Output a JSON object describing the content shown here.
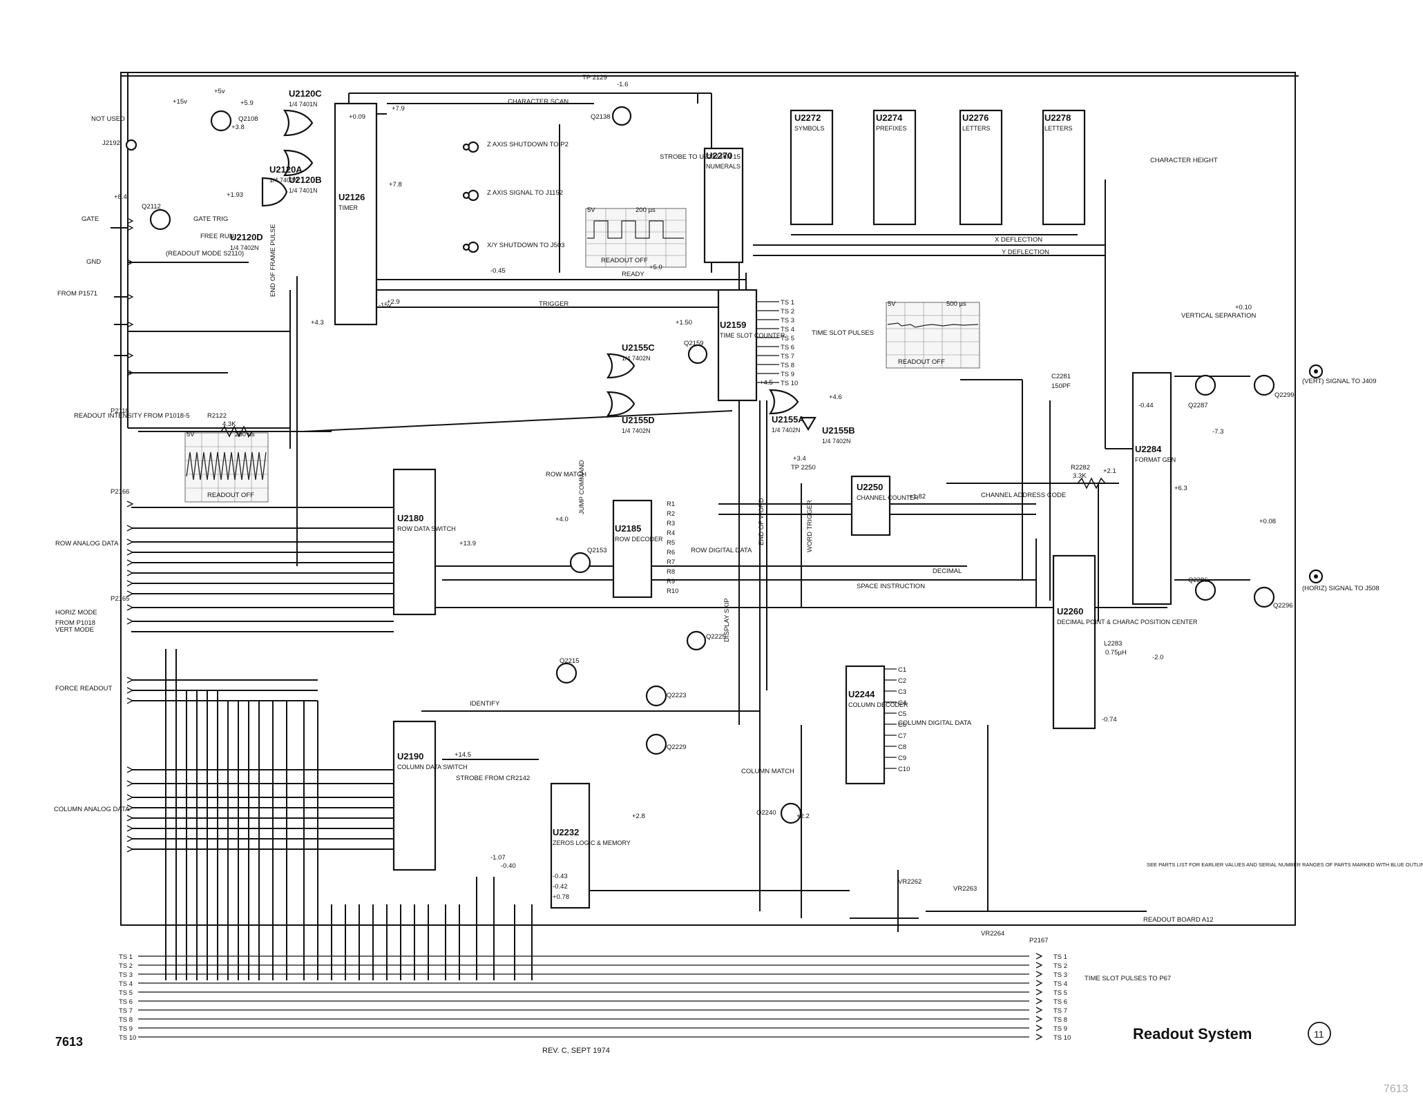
{
  "sheet": {
    "model": "7613",
    "model_corner": "7613",
    "title": "Readout System",
    "revision": "REV. C, SEPT 1974",
    "board": "READOUT BOARD A12",
    "diagram_number": "11",
    "note": "SEE PARTS LIST FOR EARLIER VALUES AND SERIAL NUMBER RANGES OF PARTS MARKED WITH BLUE OUTLINE"
  },
  "chips": {
    "U2126": {
      "name": "U2126",
      "sub": "TIMER"
    },
    "U2120C": {
      "name": "U2120C",
      "sub": "1/4 7401N"
    },
    "U2120B": {
      "name": "U2120B",
      "sub": "1/4 7401N"
    },
    "U2120A": {
      "name": "U2120A",
      "sub": "1/4 7402N"
    },
    "U2120D": {
      "name": "U2120D",
      "sub": "1/4 7402N"
    },
    "U2270": {
      "name": "U2270",
      "sub": "NUMERALS"
    },
    "U2272": {
      "name": "U2272",
      "sub": "SYMBOLS"
    },
    "U2274": {
      "name": "U2274",
      "sub": "PREFIXES"
    },
    "U2276": {
      "name": "U2276",
      "sub": "LETTERS"
    },
    "U2278": {
      "name": "U2278",
      "sub": "LETTERS"
    },
    "U2159": {
      "name": "U2159",
      "sub": "TIME SLOT COUNTER"
    },
    "U2155C": {
      "name": "U2155C",
      "sub": "1/4 7402N"
    },
    "U2155D": {
      "name": "U2155D",
      "sub": "1/4 7402N"
    },
    "U2155A": {
      "name": "U2155A",
      "sub": "1/4 7402N"
    },
    "U2155B": {
      "name": "U2155B",
      "sub": "1/4 7402N"
    },
    "U2180": {
      "name": "U2180",
      "sub": "ROW DATA SWITCH"
    },
    "U2185": {
      "name": "U2185",
      "sub": "ROW DECODER"
    },
    "U2250": {
      "name": "U2250",
      "sub": "CHANNEL COUNTER"
    },
    "U2284": {
      "name": "U2284",
      "sub": "FORMAT GEN"
    },
    "U2260": {
      "name": "U2260",
      "sub": "DECIMAL POINT & CHARAC POSITION CENTER"
    },
    "U2244": {
      "name": "U2244",
      "sub": "COLUMN DECODER"
    },
    "U2190": {
      "name": "U2190",
      "sub": "COLUMN DATA SWITCH"
    },
    "U2232": {
      "name": "U2232",
      "sub": "ZEROS LOGIC & MEMORY"
    }
  },
  "signals": {
    "character_scan": "CHARACTER SCAN",
    "z_axis_shutdown": "Z AXIS SHUTDOWN TO P2",
    "z_axis_signal": "Z AXIS SIGNAL TO J1152",
    "xy_shutdown": "X/Y SHUTDOWN TO J503",
    "strobe": "STROBE TO U2232 PIN 15",
    "ready": "READY",
    "trigger": "TRIGGER",
    "x_deflection": "X DEFLECTION",
    "y_deflection": "Y DEFLECTION",
    "time_slot_pulses": "TIME SLOT PULSES",
    "end_of_frame": "END OF FRAME PULSE",
    "end_of_word": "END OF WORD",
    "word_trigger": "WORD TRIGGER",
    "display_skip": "DISPLAY SKIP",
    "jump_command": "JUMP COMMAND",
    "row_match": "ROW MATCH",
    "column_match": "COLUMN MATCH",
    "identify": "IDENTIFY",
    "decimal": "DECIMAL",
    "space_instruction": "SPACE INSTRUCTION",
    "channel_address_code": "CHANNEL ADDRESS CODE",
    "row_digital_data": "ROW DIGITAL DATA",
    "column_digital_data": "COLUMN DIGITAL DATA",
    "readout_intensity": "READOUT INTENSITY FROM P1018-5",
    "strobe_from": "STROBE FROM CR2142",
    "character_height": "CHARACTER HEIGHT",
    "vertical_separation": "VERTICAL SEPARATION",
    "vert_signal": "(VERT) SIGNAL TO J409",
    "horiz_signal": "(HORIZ) SIGNAL TO J508",
    "time_slot_out": "TIME SLOT PULSES TO P67",
    "not_used": "NOT USED",
    "gate": "GATE",
    "gnd": "GND",
    "from_p1571": "FROM P1571",
    "readout_mode": "(READOUT MODE S2110)",
    "gate_trig": "GATE TRIG",
    "free_run": "FREE RUN",
    "row_analog": "ROW ANALOG DATA",
    "column_analog": "COLUMN ANALOG DATA",
    "horiz_mode": "HORIZ MODE",
    "vert_mode": "VERT MODE",
    "force_readout": "FORCE READOUT",
    "from_p1018": "FROM P1018"
  },
  "scopes": [
    {
      "caption": "READOUT OFF",
      "time": "200 µs",
      "volt": "5V"
    },
    {
      "caption": "READOUT OFF",
      "time": "500 µs",
      "volt": "5V"
    },
    {
      "caption": "READOUT OFF",
      "time": "200 µs",
      "volt": "5V"
    }
  ],
  "time_slots_left": [
    "TS 1",
    "TS 2",
    "TS 3",
    "TS 4",
    "TS 5",
    "TS 6",
    "TS 7",
    "TS 8",
    "TS 9",
    "TS 10"
  ],
  "time_slots_right": [
    "TS 1",
    "TS 2",
    "TS 3",
    "TS 4",
    "TS 5",
    "TS 6",
    "TS 7",
    "TS 8",
    "TS 9",
    "TS 10"
  ],
  "time_slots_u2159": [
    "TS 1",
    "TS 2",
    "TS 3",
    "TS 4",
    "TS 5",
    "TS 6",
    "TS 7",
    "TS 8",
    "TS 9",
    "TS 10"
  ],
  "row_outputs": [
    "R1",
    "R2",
    "R3",
    "R4",
    "R5",
    "R6",
    "R7",
    "R8",
    "R9",
    "R10"
  ],
  "column_outputs": [
    "C1",
    "C2",
    "C3",
    "C4",
    "C5",
    "C6",
    "C7",
    "C8",
    "C9",
    "C10"
  ],
  "components": {
    "q2108": "Q2108",
    "q2112": "Q2112",
    "q2138": "Q2138",
    "q2153": "Q2153",
    "q2159": "Q2159",
    "q2215": "Q2215",
    "q2225": "Q2225",
    "q2223": "Q2223",
    "q2229": "Q2229",
    "q2240": "Q2240",
    "q2287": "Q2287",
    "q2299": "Q2299",
    "q2286": "Q2286",
    "q2296": "Q2296",
    "r2122": "R2122",
    "r2122v": "4.3K",
    "r2282": "R2282",
    "r2282v": "3.3K",
    "c2281": "C2281",
    "c2281v": "150PF",
    "l2283": "L2283",
    "l2283v": "0.75µH",
    "vr2262": "VR2262",
    "vr2263": "VR2263",
    "vr2264": "VR2264",
    "p2167": "P2167",
    "p2166": "P2166",
    "p2165": "P2165",
    "p2118": "P2118",
    "j2192": "J2192",
    "tp2129": "TP 2129",
    "tp2129v": "-1.6",
    "tp2250": "TP 2250",
    "tp2250v": "+3.4"
  },
  "voltages": {
    "v1": "+5v",
    "v2": "+15v",
    "v3": "-15v",
    "v4": "+5.9",
    "v5": "+3.8",
    "v6": "+1.93",
    "v7": "+8.4",
    "v8": "+0.09",
    "v9": "+7.9",
    "v10": "+7.8",
    "v11": "-0.45",
    "v12": "+2.9",
    "v13": "+4.3",
    "v14": "+5.0",
    "v15": "+1.82",
    "v16": "+2.1",
    "v17": "+6.3",
    "v18": "-0.44",
    "v19": "+0.10",
    "v20": "+0.08",
    "v21": "-7.3",
    "v22": "-2.0",
    "v23": "-0.74",
    "v24": "+4.0",
    "v25": "+13.9",
    "v26": "+14.5",
    "v27": "+2.8",
    "v28": "+2.2",
    "v29": "-1.07",
    "v30": "-0.40",
    "v31": "-0.43",
    "v32": "-0.42",
    "v33": "+0.78",
    "v34": "+1.50",
    "v35": "+4.5",
    "v36": "+4.6"
  }
}
